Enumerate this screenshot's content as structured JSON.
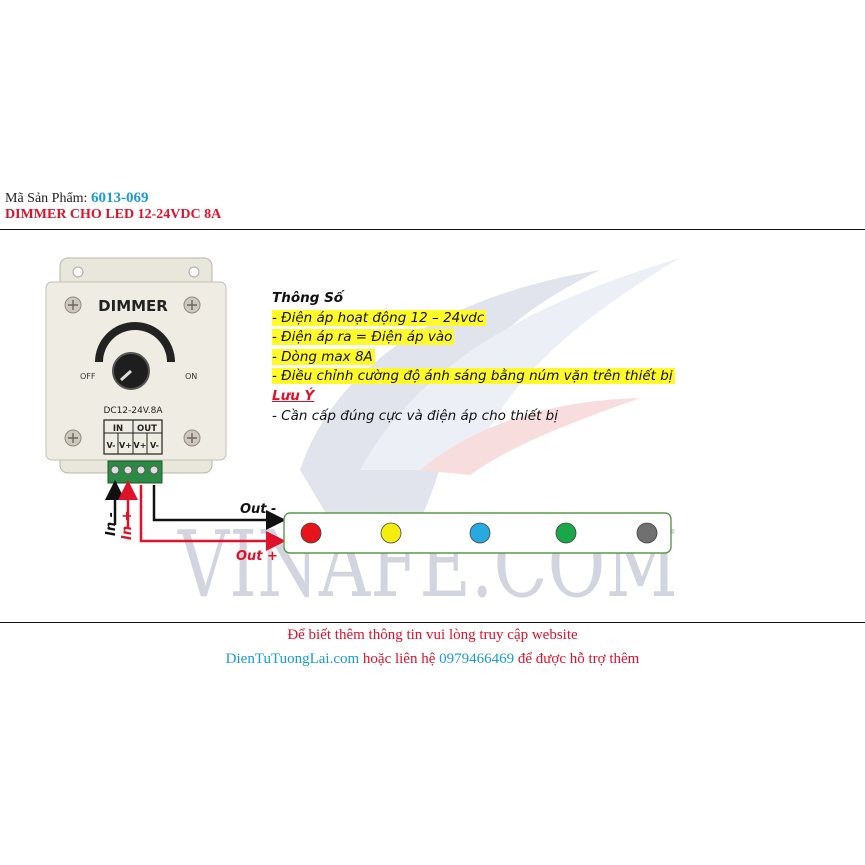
{
  "header": {
    "code_label": "Mã Sản Phẩm: ",
    "code_value": "6013-069",
    "title": "DIMMER CHO LED 12-24VDC 8A"
  },
  "device": {
    "name": "DIMMER",
    "off_label": "OFF",
    "on_label": "ON",
    "rating": "DC12-24V.8A",
    "in_label": "IN",
    "out_label": "OUT",
    "pins": [
      "V-",
      "V+",
      "V+",
      "V-"
    ]
  },
  "specs": {
    "heading": "Thông Số",
    "items": [
      "- Điện áp hoạt động 12 – 24vdc",
      "- Điện áp ra = Điện áp vào",
      "- Dòng max 8A",
      "- Điều chỉnh cường độ ánh sáng bằng núm vặn trên thiết bị"
    ],
    "note_heading": "Lưu Ý",
    "note_item": "- Cần cấp đúng cực và điện áp cho thiết bị"
  },
  "wiring": {
    "in_minus": "In -",
    "in_plus": "In +",
    "out_minus": "Out -",
    "out_plus": "Out +"
  },
  "led_colors": [
    "#e8141c",
    "#f3ee10",
    "#27a9e1",
    "#18a84a",
    "#707070"
  ],
  "watermark": "VINAFE.COM",
  "footer": {
    "line1": "Để biết thêm thông tin vui lòng truy cập website",
    "website": "DienTuTuongLai.com",
    "middle": " hoặc liên hệ ",
    "phone": "0979466469",
    "end": " để được hỗ trợ thêm"
  },
  "colors": {
    "red": "#e0112b",
    "blue": "#1a9ad6",
    "highlight": "#fffb2a"
  }
}
